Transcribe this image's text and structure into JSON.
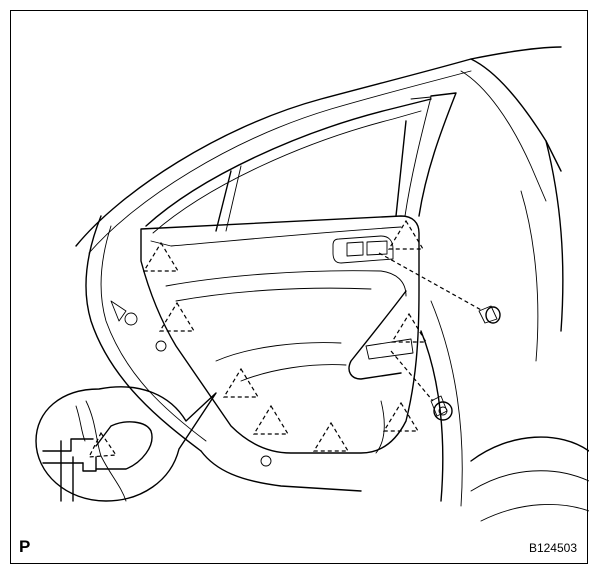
{
  "figure": {
    "view_label": "P",
    "figure_code": "B124503"
  },
  "markers": {
    "symbol": "clip-triangle",
    "count": 9
  },
  "colors": {
    "ink": "#000000",
    "paper": "#ffffff"
  }
}
